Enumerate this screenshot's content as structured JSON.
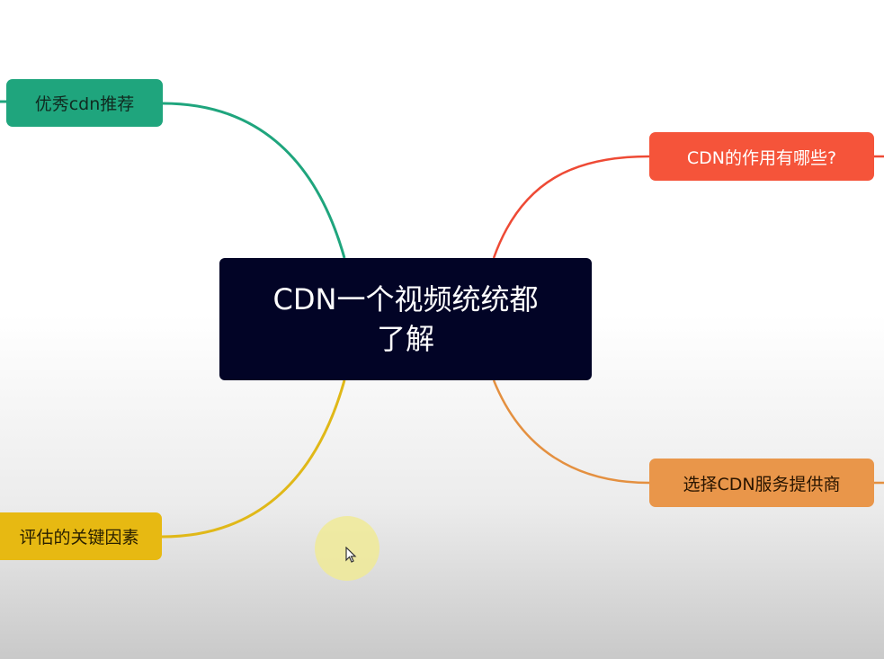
{
  "mindmap": {
    "center": {
      "line1": "CDN一个视频统统都",
      "line2": "了解",
      "color": "#020426"
    },
    "branches": [
      {
        "label": "优秀cdn推荐",
        "color": "#1fa57d"
      },
      {
        "label": "CDN的作用有哪些?",
        "color": "#f5543a"
      },
      {
        "label": "评估的关键因素",
        "color": "#e7b912"
      },
      {
        "label": "选择CDN服务提供商",
        "color": "#e9964a"
      }
    ]
  }
}
